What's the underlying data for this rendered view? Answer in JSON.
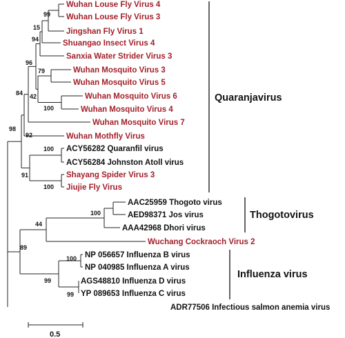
{
  "colors": {
    "highlight": "#a3202a",
    "reference": "#111111",
    "branch": "#222222"
  },
  "leaves": [
    {
      "label": "Wuhan Louse Fly Virus 4",
      "highlight": true
    },
    {
      "label": "Wuhan Louse Fly Virus 3",
      "highlight": true
    },
    {
      "label": "Jingshan Fly Virus 1",
      "highlight": true
    },
    {
      "label": "Shuangao Insect Virus 4",
      "highlight": true
    },
    {
      "label": "Sanxia Water Strider Virus 3",
      "highlight": true
    },
    {
      "label": "Wuhan Mosquito Virus 3",
      "highlight": true
    },
    {
      "label": "Wuhan Mosquito Virus 5",
      "highlight": true
    },
    {
      "label": "Wuhan Mosquito Virus 6",
      "highlight": true
    },
    {
      "label": "Wuhan Mosquito Virus 4",
      "highlight": true
    },
    {
      "label": "Wuhan Mosquito Virus 7",
      "highlight": true
    },
    {
      "label": "Wuhan Mothfly Virus",
      "highlight": true
    },
    {
      "label": "ACY56282 Quaranfil virus",
      "highlight": false
    },
    {
      "label": "ACY56284 Johnston Atoll virus",
      "highlight": false
    },
    {
      "label": "Shayang Spider Virus 3",
      "highlight": true
    },
    {
      "label": "Jiujie Fly Virus",
      "highlight": true
    },
    {
      "label": "AAC25959 Thogoto virus",
      "highlight": false
    },
    {
      "label": "AED98371 Jos virus",
      "highlight": false
    },
    {
      "label": "AAA42968 Dhori virus",
      "highlight": false
    },
    {
      "label": "Wuchang Cockraoch Virus 2",
      "highlight": true
    },
    {
      "label": "NP 056657 Influenza B virus",
      "highlight": false
    },
    {
      "label": "NP 040985 Influenza A virus",
      "highlight": false
    },
    {
      "label": "AGS48810 Influenza D virus",
      "highlight": false
    },
    {
      "label": "YP 089653 Influenza C virus",
      "highlight": false
    },
    {
      "label": "ADR77506 Infectious salmon anemia virus",
      "highlight": false
    }
  ],
  "support_values": [
    "99",
    "15",
    "94",
    "96",
    "79",
    "42",
    "100",
    "92",
    "84",
    "98",
    "100",
    "91",
    "100",
    "100",
    "44",
    "89",
    "100",
    "99",
    "99"
  ],
  "clade_labels": [
    "Quaranjavirus",
    "Thogotovirus",
    "Influenza virus"
  ],
  "scale_bar": {
    "label": "0.5"
  }
}
